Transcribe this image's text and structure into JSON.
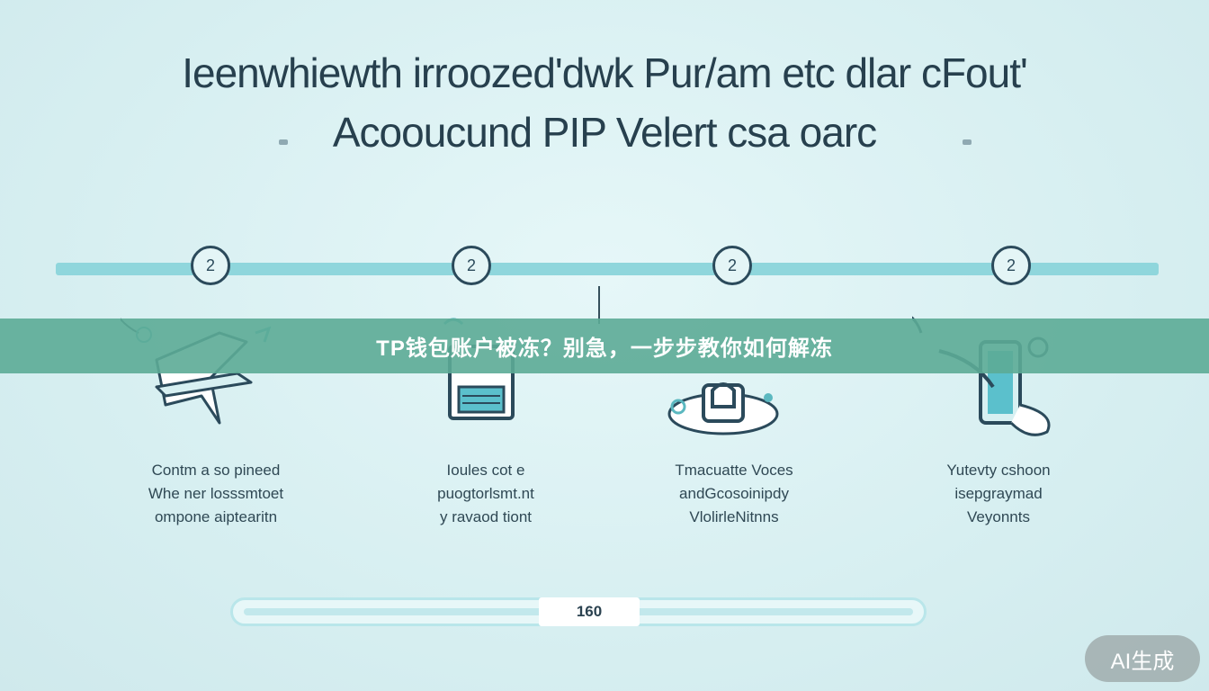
{
  "header": {
    "line1": "Ieenwhiewth irroozed'dwk Pur/am etc dlar cFout'",
    "line2": "Acooucund PIP Velert csa oarc"
  },
  "steps": [
    {
      "number": "2",
      "caption": [
        "Contm a so pineed",
        "Whe ner losssmtoet",
        "ompone aiptearitn"
      ]
    },
    {
      "number": "2",
      "caption": [
        "Ioules cot e",
        "puogtorlsmt.nt",
        "y ravaod tiont"
      ]
    },
    {
      "number": "2",
      "caption": [
        "Tmacuatte Voces",
        "andGcosoinipdy",
        "VlolirleNitnns"
      ]
    },
    {
      "number": "2",
      "caption": [
        "Yutevty cshoon",
        "isepgraymad",
        "Veyonnts"
      ]
    }
  ],
  "banner": {
    "text": "TP钱包账户被冻？别急，一步步教你如何解冻"
  },
  "progress": {
    "label": "160"
  },
  "badge": {
    "text": "AI生成"
  },
  "colors": {
    "accent": "#5cab96",
    "timeline": "#8fd6dc",
    "ink": "#2b4a5b"
  }
}
